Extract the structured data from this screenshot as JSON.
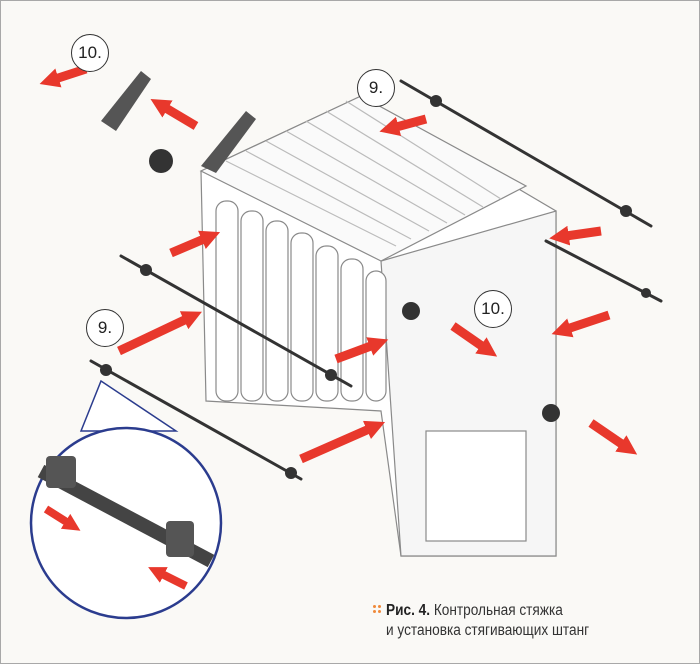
{
  "labels": {
    "step_10_top": "10.",
    "step_9_top": "9.",
    "step_9_left": "9.",
    "step_10_right": "10."
  },
  "caption": {
    "fig": "Рис. 4.",
    "line1": "Контрольная стяжка",
    "line2": "и установка стягивающих штанг"
  },
  "colors": {
    "arrow": "#e8382c",
    "inset_border": "#2b3c8e",
    "caption_bullet": "#f08a3a"
  }
}
